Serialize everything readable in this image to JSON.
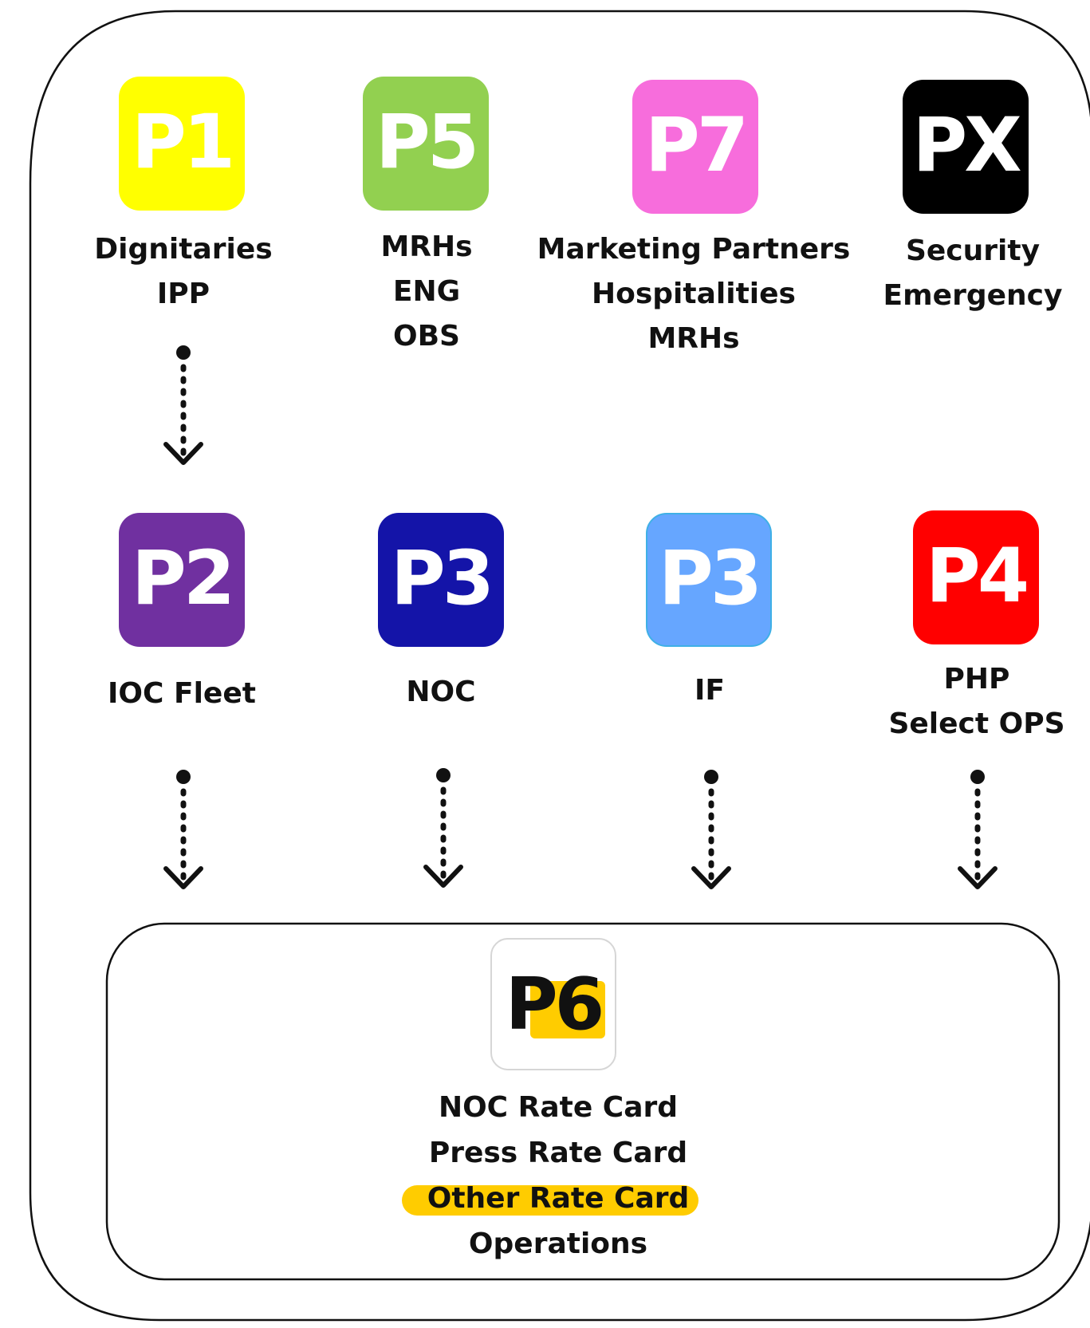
{
  "top_row": [
    {
      "code": "P1",
      "color": "#ffff00",
      "lines": [
        "Dignitaries",
        "IPP"
      ]
    },
    {
      "code": "P5",
      "color": "#92d050",
      "lines": [
        "MRHs",
        "ENG",
        "OBS"
      ]
    },
    {
      "code": "P7",
      "color": "#f76ddc",
      "lines": [
        "Marketing Partners",
        "Hospitalities",
        "MRHs"
      ]
    },
    {
      "code": "PX",
      "color": "#000000",
      "lines": [
        "Security",
        "Emergency"
      ]
    }
  ],
  "middle_row": [
    {
      "code": "P2",
      "color": "#7030a0",
      "lines": [
        "IOC Fleet"
      ]
    },
    {
      "code": "P3",
      "color": "#1414a8",
      "lines": [
        "NOC"
      ]
    },
    {
      "code": "P3",
      "color": "#66a6ff",
      "lines": [
        "IF"
      ]
    },
    {
      "code": "P4",
      "color": "#ff0000",
      "lines": [
        "PHP",
        "Select OPS"
      ]
    }
  ],
  "bottom": {
    "code": "P6",
    "highlight_color": "#ffcc00",
    "lines": [
      "NOC Rate Card",
      "Press Rate Card",
      "Other Rate Card",
      "Operations"
    ],
    "highlighted_line": "Other Rate Card"
  }
}
